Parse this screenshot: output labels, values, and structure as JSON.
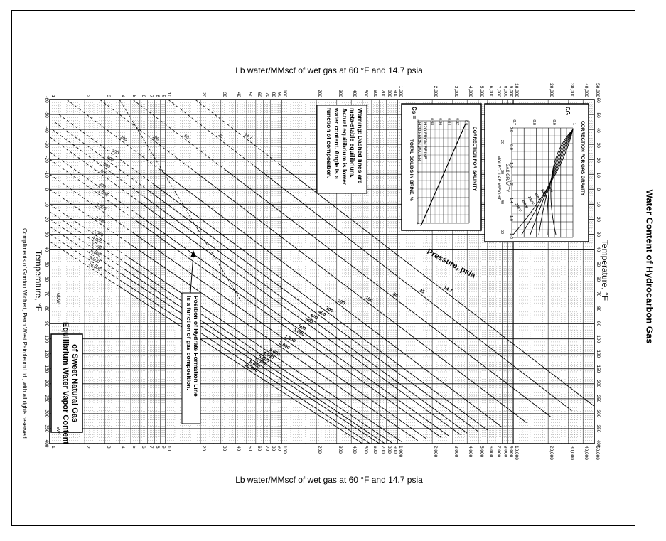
{
  "page": {
    "side_title": "Water Content of Hydrocarbon Gas",
    "top_axis_title": "Lb water/MMscf of wet gas at 60 °F and 14.7 psia",
    "bottom_axis_title": "Lb water/MMscf of wet gas at 60 °F and 14.7 psia",
    "temperature_label": "Temperature, °F",
    "chart_title_line1": "Equilibrium Water Vapor Content",
    "chart_title_line2": "of Sweet Natural Gas",
    "gcw": "GCW",
    "ew": "EW",
    "credits": "Compliments of Gordon Wichert, Penn West Petroleum Ltd., with all rights reserved.",
    "warning_lines": [
      "Warning: Dashed lines are",
      "meta-stable equilibrium.",
      "Actual equilibrium is lower",
      "water content. Angle is a",
      "function of composition."
    ],
    "hydrate_lines": [
      "Position of Hydrate Formation Line",
      "is a function of gas composition."
    ],
    "pressure_title": "Pressure, psia",
    "water_tick_labels": [
      "1",
      "2",
      "3",
      "4",
      "5",
      "6",
      "7",
      "8",
      "9",
      "10",
      "20",
      "30",
      "40",
      "50",
      "60",
      "70",
      "80",
      "90",
      "100",
      "200",
      "300",
      "400",
      "500",
      "600",
      "700",
      "800",
      "900",
      "1,000",
      "2,000",
      "3,000",
      "4,000",
      "5,000",
      "6,000",
      "7,000",
      "8,000",
      "9,000",
      "10,000",
      "20,000",
      "30,000",
      "40,000",
      "50,000"
    ],
    "temperature_tick_labels": [
      "-60",
      "-50",
      "-40",
      "-30",
      "-20",
      "-10",
      "0",
      "10",
      "20",
      "30",
      "40",
      "50",
      "60",
      "70",
      "80",
      "90",
      "100",
      "120",
      "150",
      "200",
      "250",
      "300",
      "350",
      "400"
    ],
    "colors": {
      "ink": "#000000",
      "background": "#ffffff",
      "grid": "#000000"
    }
  },
  "salinity_inset": {
    "title": "CORRECTION FOR SALINITY",
    "formula_lhs": "Cs =",
    "formula_num": "H2O FROM BRINE",
    "formula_den": "H2O FROM WATER",
    "xlabel": "TOTAL SOLIDS IN BRINE, %",
    "x_ticks": [
      "0",
      "1",
      "2",
      "3",
      "4"
    ],
    "y_ticks": [
      "0.98",
      "0.96",
      "0.94",
      "0.92",
      "0.9"
    ]
  },
  "gravity_inset": {
    "title": "CORRECTION FOR GAS GRAVITY",
    "cg_label": "CG",
    "xlabel_top": "GAS GRAVITY",
    "xlabel_bottom": "MOLECULAR WEIGHT",
    "gravity_ticks": [
      "0.6",
      "0.8",
      "1.0",
      "1.2",
      "1.4",
      "1.6",
      "1.8"
    ],
    "mw_ticks": [
      "20",
      "30",
      "40",
      "50"
    ],
    "cg_ticks": [
      "1",
      "0.9",
      "0.8",
      "0.7"
    ],
    "curve_labels": [
      "50°F",
      "100°F",
      "150°F",
      "200°F",
      "250°F",
      "300°F"
    ]
  },
  "chart_data": {
    "type": "line",
    "title": "Equilibrium Water Vapor Content of Sweet Natural Gas",
    "xlabel": "Temperature, °F",
    "ylabel": "Lb water/MMscf of wet gas at 60 °F and 14.7 psia",
    "xlim": [
      -60,
      400
    ],
    "ylim": [
      1,
      50000
    ],
    "yscale": "log",
    "grid": true,
    "x_ticks": [
      -60,
      -50,
      -40,
      -30,
      -20,
      -10,
      0,
      10,
      20,
      30,
      40,
      50,
      60,
      70,
      80,
      90,
      100,
      120,
      150,
      200,
      250,
      300,
      350,
      400
    ],
    "series": [
      {
        "name": "14.7",
        "x": [
          -60,
          275
        ],
        "y": [
          18,
          50000
        ]
      },
      {
        "name": "25",
        "x": [
          -60,
          290
        ],
        "y": [
          10.5,
          32000
        ]
      },
      {
        "name": "50",
        "x": [
          -60,
          310
        ],
        "y": [
          5.2,
          21000
        ]
      },
      {
        "name": "100",
        "x": [
          -60,
          330
        ],
        "y": [
          2.7,
          13000
        ]
      },
      {
        "name": "200",
        "x": [
          -60,
          345
        ],
        "y": [
          1.4,
          8000
        ]
      },
      {
        "name": "300",
        "x": [
          -50,
          355
        ],
        "y": [
          1.2,
          6000
        ]
      },
      {
        "name": "400",
        "x": [
          -45,
          360
        ],
        "y": [
          1.1,
          5000
        ]
      },
      {
        "name": "500",
        "x": [
          -40,
          365
        ],
        "y": [
          1.05,
          4000
        ]
      },
      {
        "name": "600",
        "x": [
          -35,
          370
        ],
        "y": [
          1.0,
          3500
        ]
      },
      {
        "name": "800",
        "x": [
          -25,
          375
        ],
        "y": [
          1.0,
          2800
        ]
      },
      {
        "name": "1,000",
        "x": [
          -20,
          380
        ],
        "y": [
          1.0,
          2400
        ]
      },
      {
        "name": "1,500",
        "x": [
          -10,
          385
        ],
        "y": [
          1.0,
          1800
        ]
      },
      {
        "name": "2,000",
        "x": [
          0,
          390
        ],
        "y": [
          1.0,
          1500
        ]
      },
      {
        "name": "3,000",
        "x": [
          10,
          395
        ],
        "y": [
          1.0,
          1100
        ]
      },
      {
        "name": "4,000",
        "x": [
          15,
          398
        ],
        "y": [
          1.0,
          900
        ]
      },
      {
        "name": "5,000",
        "x": [
          20,
          400
        ],
        "y": [
          1.0,
          780
        ]
      },
      {
        "name": "6,000",
        "x": [
          25,
          400
        ],
        "y": [
          1.0,
          700
        ]
      },
      {
        "name": "8,000",
        "x": [
          30,
          400
        ],
        "y": [
          1.0,
          580
        ]
      },
      {
        "name": "10,000",
        "x": [
          35,
          400
        ],
        "y": [
          1.0,
          500
        ]
      }
    ],
    "hydrate_line": {
      "x": [
        -60,
        75
      ],
      "y": [
        4,
        45
      ]
    }
  }
}
